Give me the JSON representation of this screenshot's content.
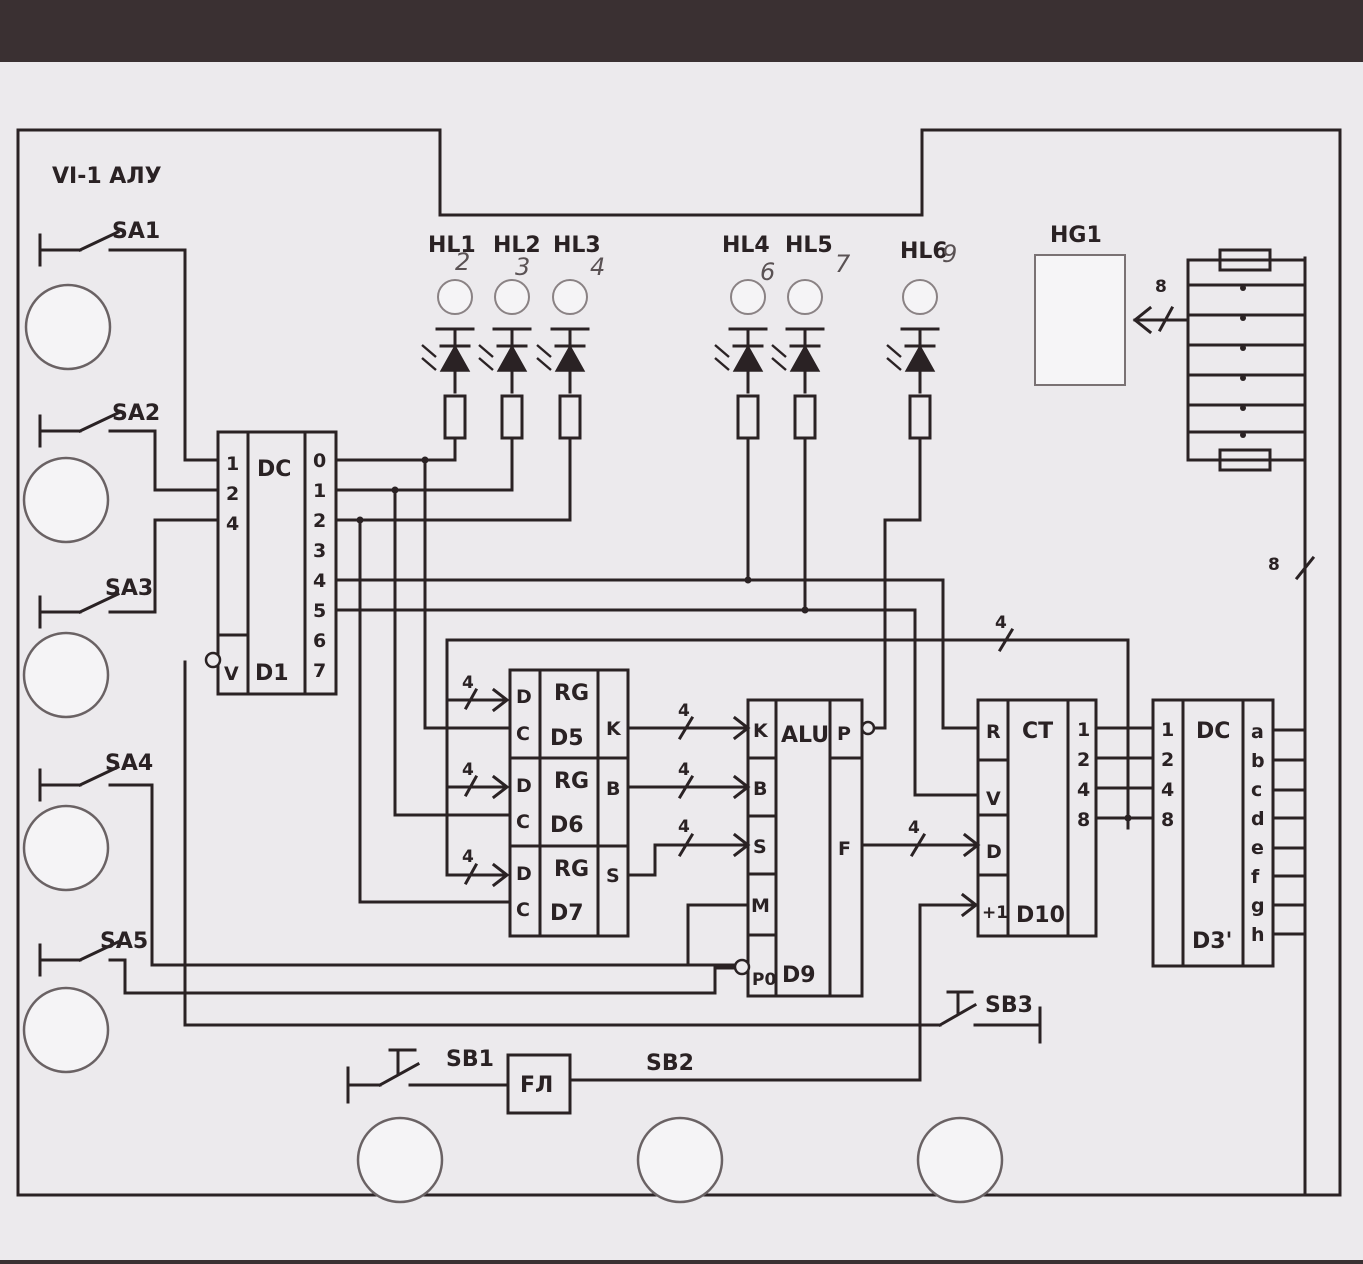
{
  "title": "VI-1  АЛУ",
  "switches": [
    "SA1",
    "SA2",
    "SA3",
    "SA4",
    "SA5"
  ],
  "buttons": [
    "SB1",
    "SB2",
    "SB3"
  ],
  "pulse_former": "FЛ",
  "leds": [
    {
      "name": "HL1",
      "note": "2"
    },
    {
      "name": "HL2",
      "note": "3"
    },
    {
      "name": "HL3",
      "note": "4"
    },
    {
      "name": "HL4",
      "note": "6"
    },
    {
      "name": "HL5",
      "note": "7"
    },
    {
      "name": "HL6",
      "note": "9"
    }
  ],
  "indicator": "HG1",
  "bus_widths": {
    "seg": "8",
    "disp": "8",
    "d10_fb": "4",
    "rg_in": "4",
    "alu_in": "4",
    "f_out": "4"
  },
  "chips": {
    "d1": {
      "type": "DC",
      "id": "D1",
      "inputs": [
        "1",
        "2",
        "4"
      ],
      "enable": "V",
      "outputs": [
        "0",
        "1",
        "2",
        "3",
        "4",
        "5",
        "6",
        "7"
      ]
    },
    "d5": {
      "type": "RG",
      "id": "D5",
      "in": [
        "D",
        "C"
      ],
      "out": "K"
    },
    "d6": {
      "type": "RG",
      "id": "D6",
      "in": [
        "D",
        "C"
      ],
      "out": "B"
    },
    "d7": {
      "type": "RG",
      "id": "D7",
      "in": [
        "D",
        "C"
      ],
      "out": "S"
    },
    "d9": {
      "type": "ALU",
      "id": "D9",
      "inputs": [
        "K",
        "B",
        "S",
        "M",
        "P0"
      ],
      "outputs": [
        "P",
        "F"
      ]
    },
    "d10": {
      "type": "CT",
      "id": "D10",
      "inputs": [
        "R",
        "V",
        "D",
        "+1"
      ],
      "outputs": [
        "1",
        "2",
        "4",
        "8"
      ]
    },
    "d3": {
      "type": "DC",
      "id": "D3'",
      "inputs": [
        "1",
        "2",
        "4",
        "8"
      ],
      "outputs": [
        "a",
        "b",
        "c",
        "d",
        "e",
        "f",
        "g",
        "h"
      ]
    }
  }
}
